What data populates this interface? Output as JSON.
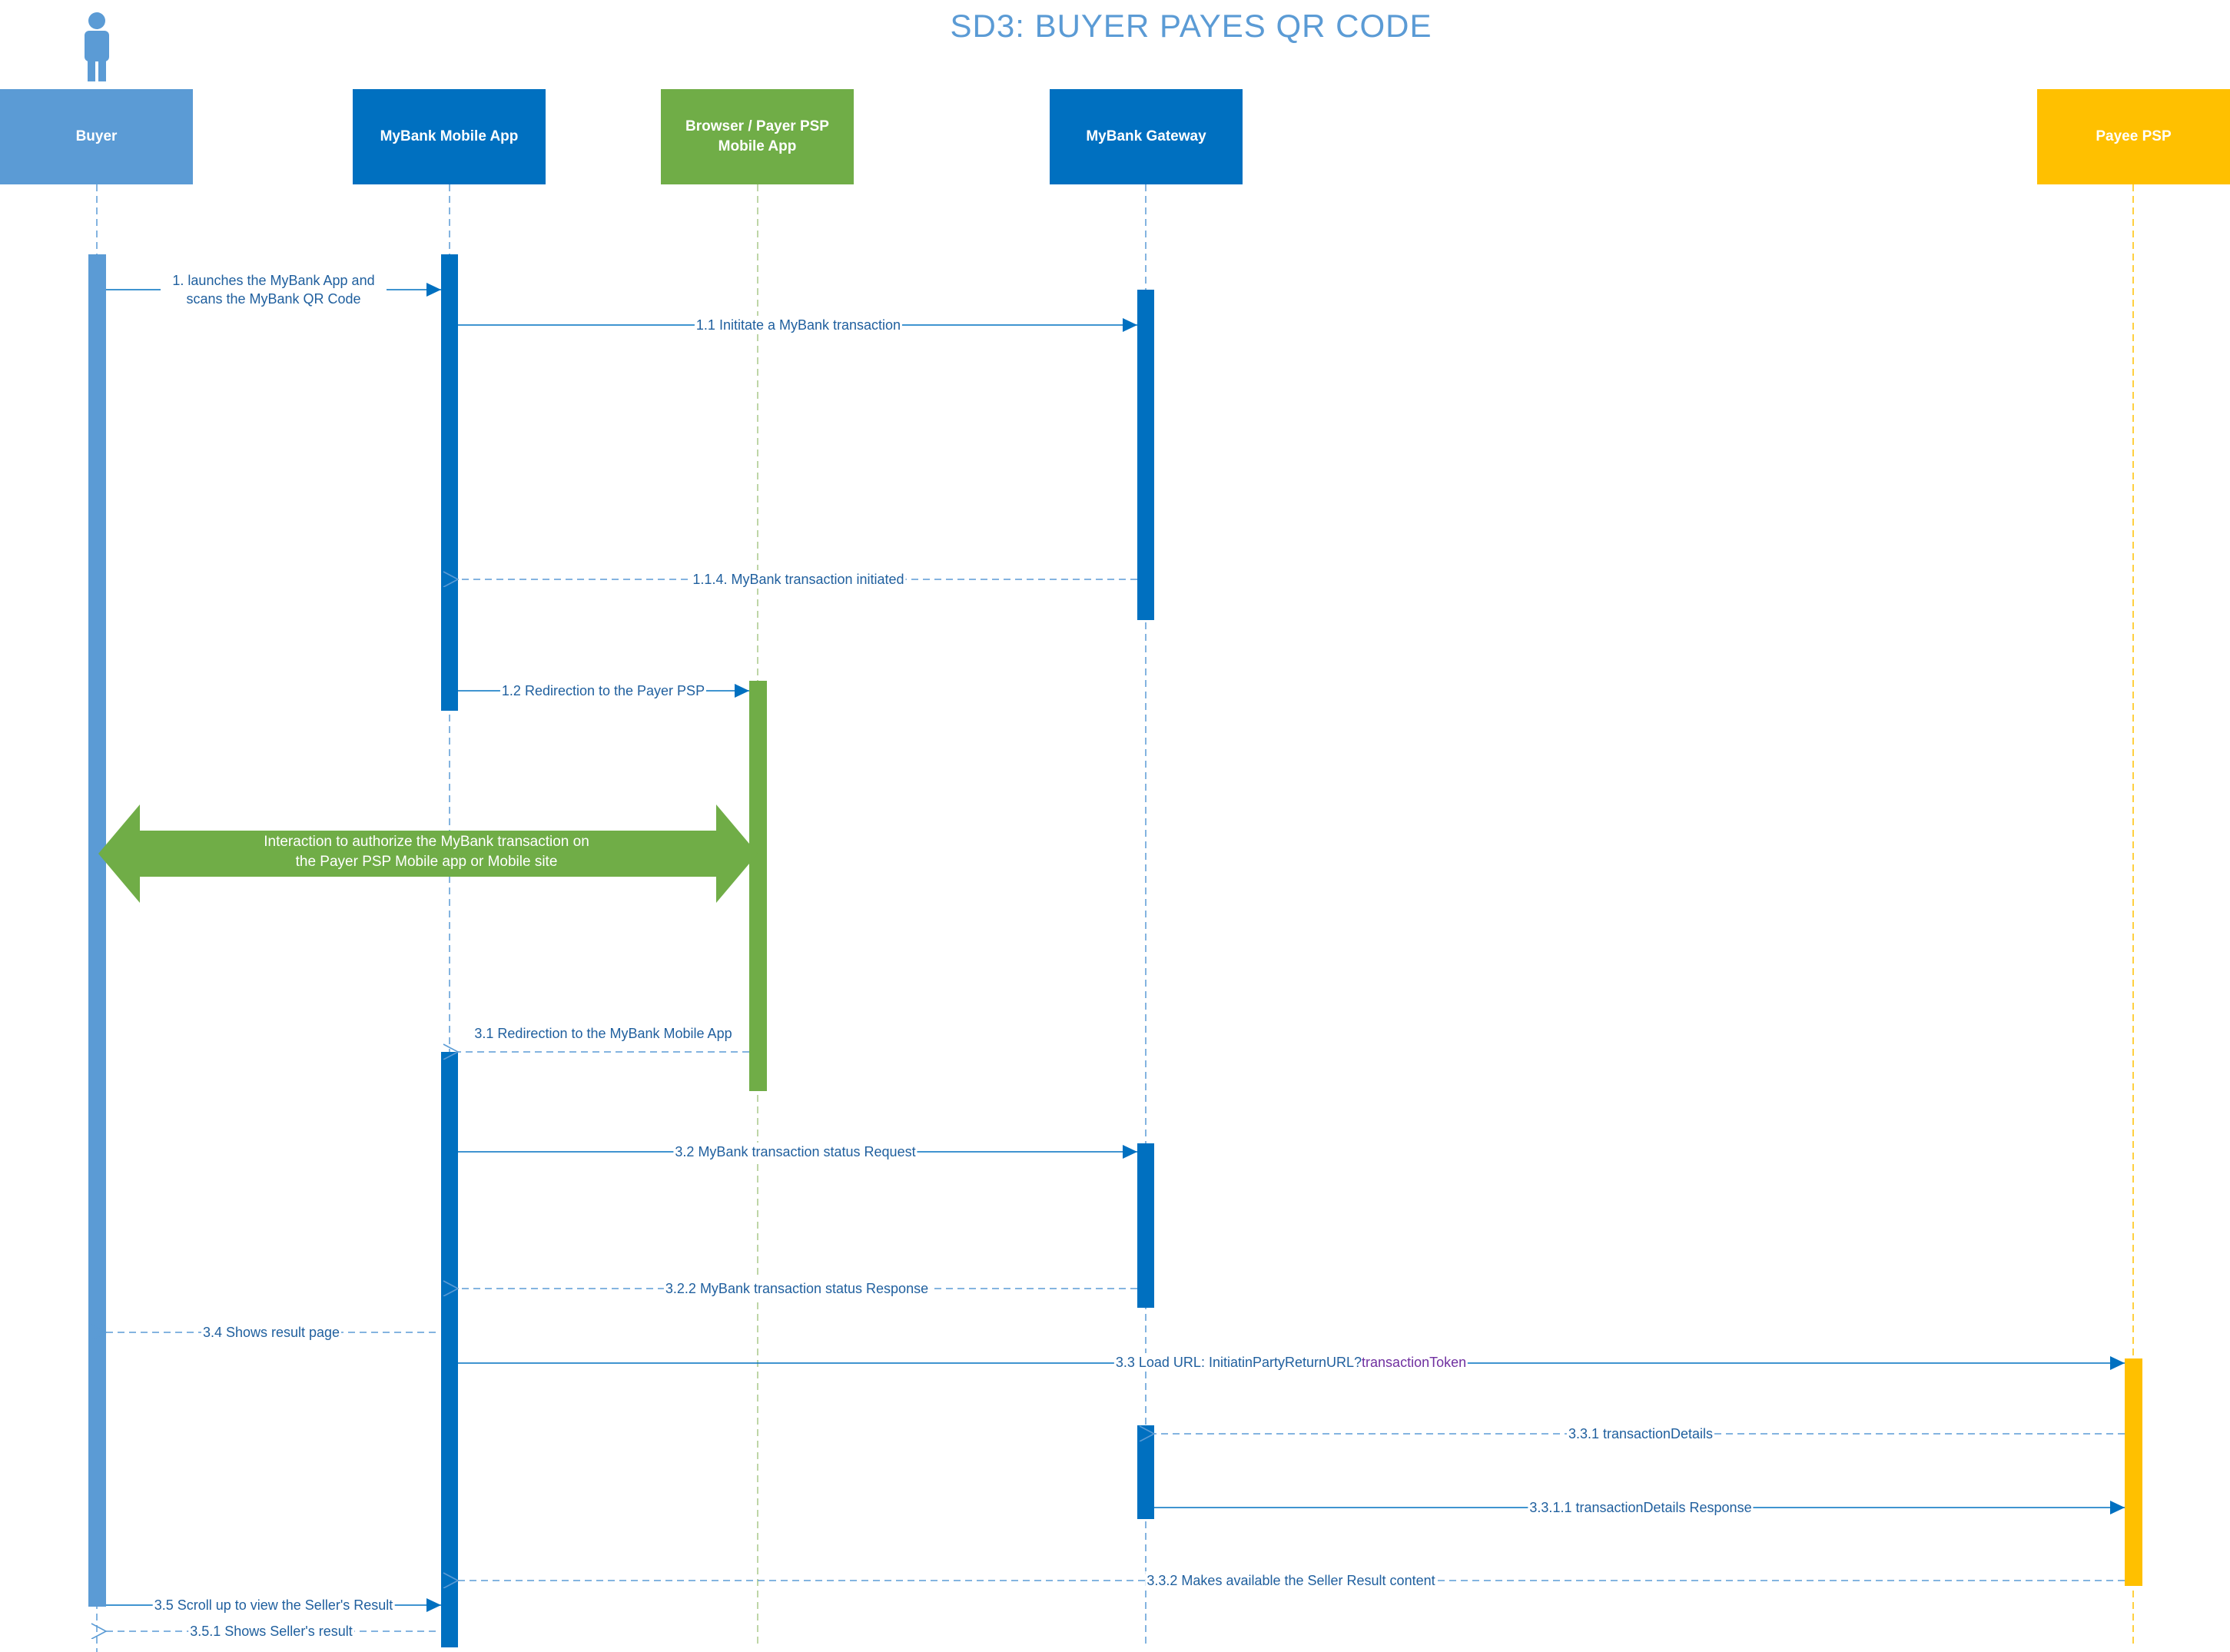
{
  "title": "SD3: BUYER PAYES QR CODE",
  "colors": {
    "buyer": "#5b9bd5",
    "mybank": "#0070c0",
    "payer_psp": "#70ad47",
    "payee_psp": "#ffc000",
    "message": "#1f5f9e",
    "highlight": "#7030a0"
  },
  "actor_icon": "person-icon",
  "participants": [
    {
      "id": "buyer",
      "label": "Buyer"
    },
    {
      "id": "mobile_app",
      "label": "MyBank Mobile App"
    },
    {
      "id": "browser",
      "label": "Browser / Payer PSP Mobile App"
    },
    {
      "id": "gateway",
      "label": "MyBank Gateway"
    },
    {
      "id": "payee",
      "label": "Payee PSP"
    }
  ],
  "interaction": {
    "label": "Interaction to authorize the MyBank transaction on the Payer PSP Mobile app or Mobile site"
  },
  "messages": [
    {
      "id": "m1",
      "label": "1. launches the MyBank App and scans the MyBank QR Code"
    },
    {
      "id": "m11",
      "label": "1.1 Inititate a MyBank transaction"
    },
    {
      "id": "m114",
      "label": "1.1.4. MyBank transaction initiated"
    },
    {
      "id": "m12",
      "label": "1.2 Redirection to the Payer PSP"
    },
    {
      "id": "m31",
      "label": "3.1 Redirection to the MyBank Mobile App"
    },
    {
      "id": "m32",
      "label": "3.2 MyBank transaction status Request"
    },
    {
      "id": "m322",
      "label": "3.2.2 MyBank transaction status Response"
    },
    {
      "id": "m34",
      "label": "3.4 Shows result page"
    },
    {
      "id": "m33_prefix",
      "label": "3.3 Load URL: InitiatinPartyReturnURL?"
    },
    {
      "id": "m33_param",
      "label": "transactionToken"
    },
    {
      "id": "m331",
      "label": "3.3.1 transactionDetails"
    },
    {
      "id": "m3311",
      "label": "3.3.1.1 transactionDetails Response"
    },
    {
      "id": "m332",
      "label": "3.3.2 Makes available the Seller Result content"
    },
    {
      "id": "m35",
      "label": "3.5 Scroll up to view the Seller's Result"
    },
    {
      "id": "m351",
      "label": "3.5.1  Shows Seller's result"
    }
  ]
}
